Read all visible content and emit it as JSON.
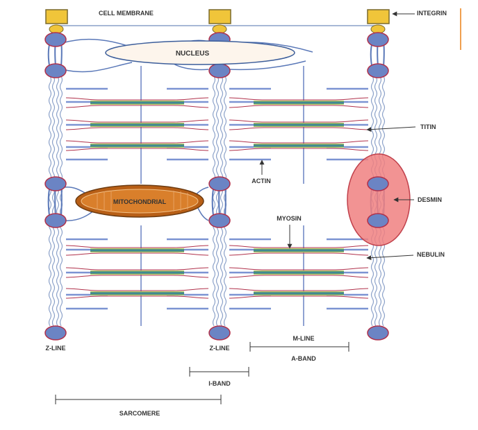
{
  "diagram": {
    "labels": {
      "cell_membrane": "CELL MEMBRANE",
      "integrin": "INTEGRIN",
      "nucleus": "NUCLEUS",
      "titin": "TITIN",
      "actin": "ACTIN",
      "desmin": "DESMIN",
      "mitochondrial": "MITOCHONDRIAL",
      "myosin": "MYOSIN",
      "nebulin": "NEBULIN",
      "z_line_left": "Z-LINE",
      "z_line_middle": "Z-LINE",
      "m_line": "M-LINE",
      "a_band": "A-BAND",
      "i_band": "I-BAND",
      "sarcomere": "SARCOMERE"
    },
    "colors": {
      "integrin_fill": "#f0c53a",
      "integrin_stroke": "#7a6a2c",
      "z_disc_fill": "#6b84c4",
      "z_disc_stroke": "#b0304a",
      "filament_outline": "#b0304a",
      "actin_blue": "#7b93d2",
      "myosin_core": "#3f8a92",
      "myosin_highlight": "#d6d24a",
      "nucleus_fill": "#fdf5ec",
      "nucleus_stroke": "#3b5d9a",
      "mito_outer": "#b85f16",
      "mito_inner": "#d97f2b",
      "desmin_fill": "#f08080",
      "desmin_stroke": "#c0404b",
      "edge_accent": "#f0a050",
      "text": "#333333",
      "line": "#333333"
    }
  }
}
